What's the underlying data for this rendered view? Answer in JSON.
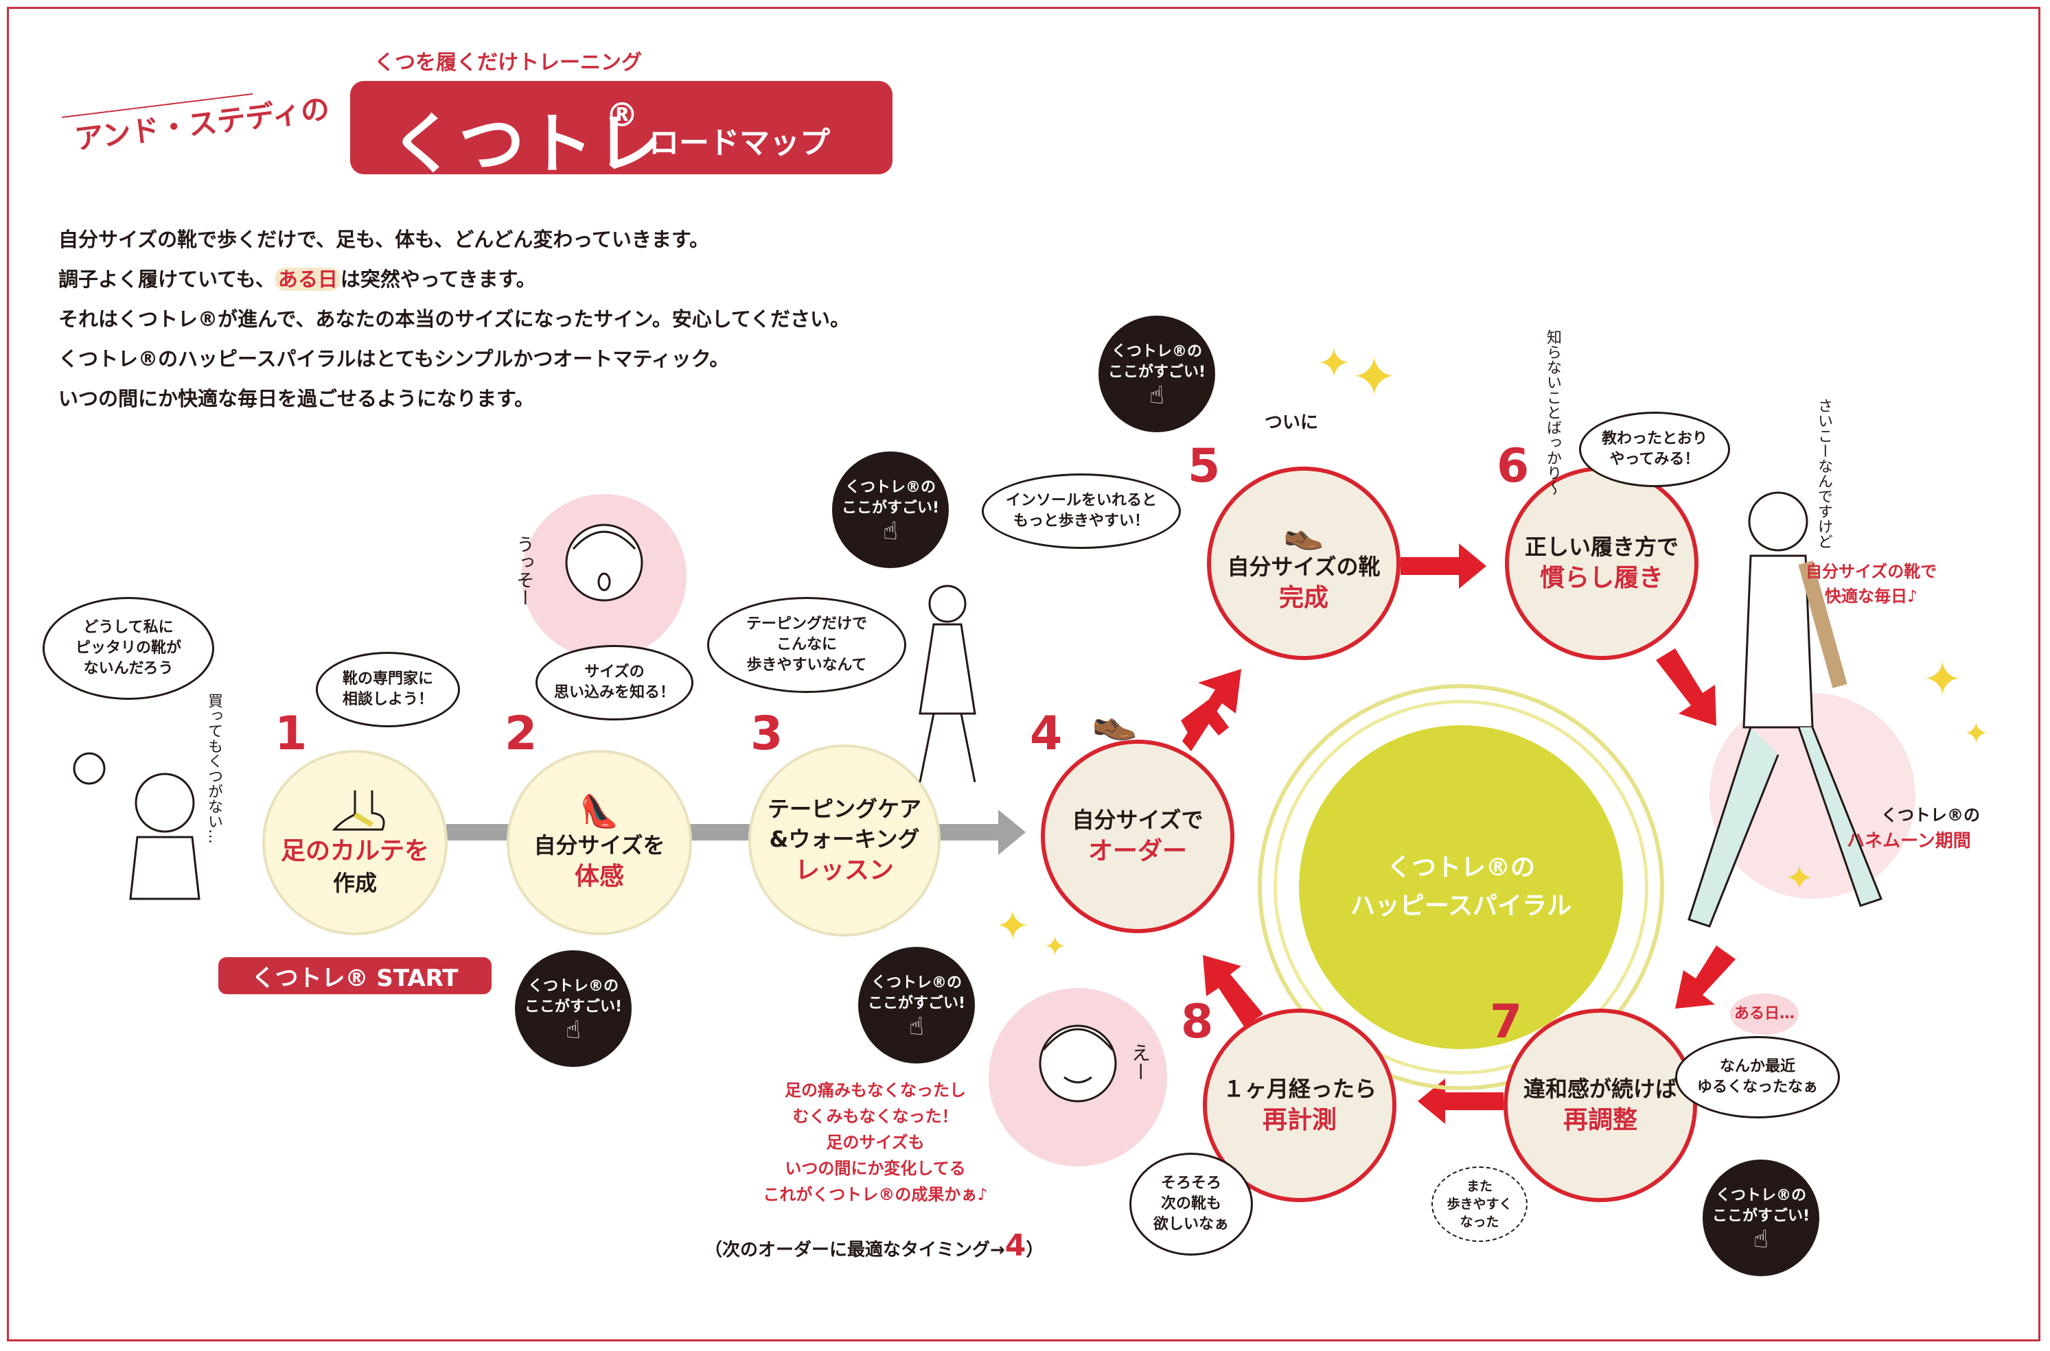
{
  "header": {
    "brand": "アンド・ステディの",
    "tagline": "くつを履くだけトレーニング",
    "title": "くつトレ",
    "registered": "®",
    "subtitle": "ロードマップ"
  },
  "intro": {
    "line1": "自分サイズの靴で歩くだけで、足も、体も、どんどん変わっていきます。",
    "line2_pre": "調子よく履けていても、",
    "line2_hl": "ある日",
    "line2_post": "は突然やってきます。",
    "line3": "それはくつトレ®が進んで、あなたの本当のサイズになったサイン。安心してください。",
    "line4": "くつトレ®のハッピースパイラルはとてもシンプルかつオートマティック。",
    "line5": "いつの間にか快適な毎日を過ごせるようになります。"
  },
  "steps": [
    {
      "num": "1",
      "line1": "",
      "line2": "足のカルテを",
      "line3": "作成"
    },
    {
      "num": "2",
      "line1": "自分サイズを",
      "line2": "体感"
    },
    {
      "num": "3",
      "line1": "テーピングケア",
      "line1b": "&ウォーキング",
      "line2": "レッスン"
    },
    {
      "num": "4",
      "line1": "自分サイズで",
      "line2": "オーダー"
    },
    {
      "num": "5",
      "line1": "自分サイズの靴",
      "line2": "完成"
    },
    {
      "num": "6",
      "line1": "正しい履き方で",
      "line2": "慣らし履き"
    },
    {
      "num": "7",
      "line1": "違和感が続けば",
      "line2": "再調整"
    },
    {
      "num": "8",
      "line1": "１ヶ月経ったら",
      "line2": "再計測"
    }
  ],
  "start_label": "くつトレ® START",
  "center": {
    "line1": "くつトレ®の",
    "line2": "ハッピースパイラル"
  },
  "bubbles": {
    "why": "どうして私に\nピッタリの靴が\nないんだろう",
    "consult": "靴の専門家に\n相談しよう！",
    "knowsize": "サイズの\n思い込みを知る！",
    "taping": "テーピングだけで\nこんなに\n歩きやすいなんて",
    "insole": "インソールをいれると\nもっと歩きやすい！",
    "learned": "教わったとおり\nやってみる！",
    "loose": "なんか最近\nゆるくなったなぁ",
    "want": "そろそろ\n次の靴も\n欲しいなぁ",
    "easier": "また\n歩きやすく\nなった"
  },
  "black_bubble": {
    "line1": "くつトレ®の",
    "line2": "ここがすごい!"
  },
  "notes": {
    "finally": "ついに",
    "aruhi": "ある日…",
    "daily": "自分サイズの靴で\n快適な毎日♪",
    "honeymoon_a": "くつトレ®の",
    "honeymoon_b": "ハネムーン期間",
    "result": "足の痛みもなくなったし\nむくみもなくなった！\n足のサイズも\nいつの間にか変化してる\nこれがくつトレ®の成果かぁ♪",
    "footnote_pre": "（次のオーダーに最適なタイミング→",
    "footnote_num": "4",
    "footnote_post": "）",
    "hand1": "買ってもくつがない…",
    "hand2": "うっそー",
    "hand3": "知らないことばっかり〜",
    "hand4": "えー",
    "hand5": "さいこーなんですけど"
  },
  "colors": {
    "brand_red": "#c9303f",
    "step_red": "#d12a3a",
    "spiral_yellow": "#d8d83a",
    "arrow_gray": "#a3a3a3"
  }
}
